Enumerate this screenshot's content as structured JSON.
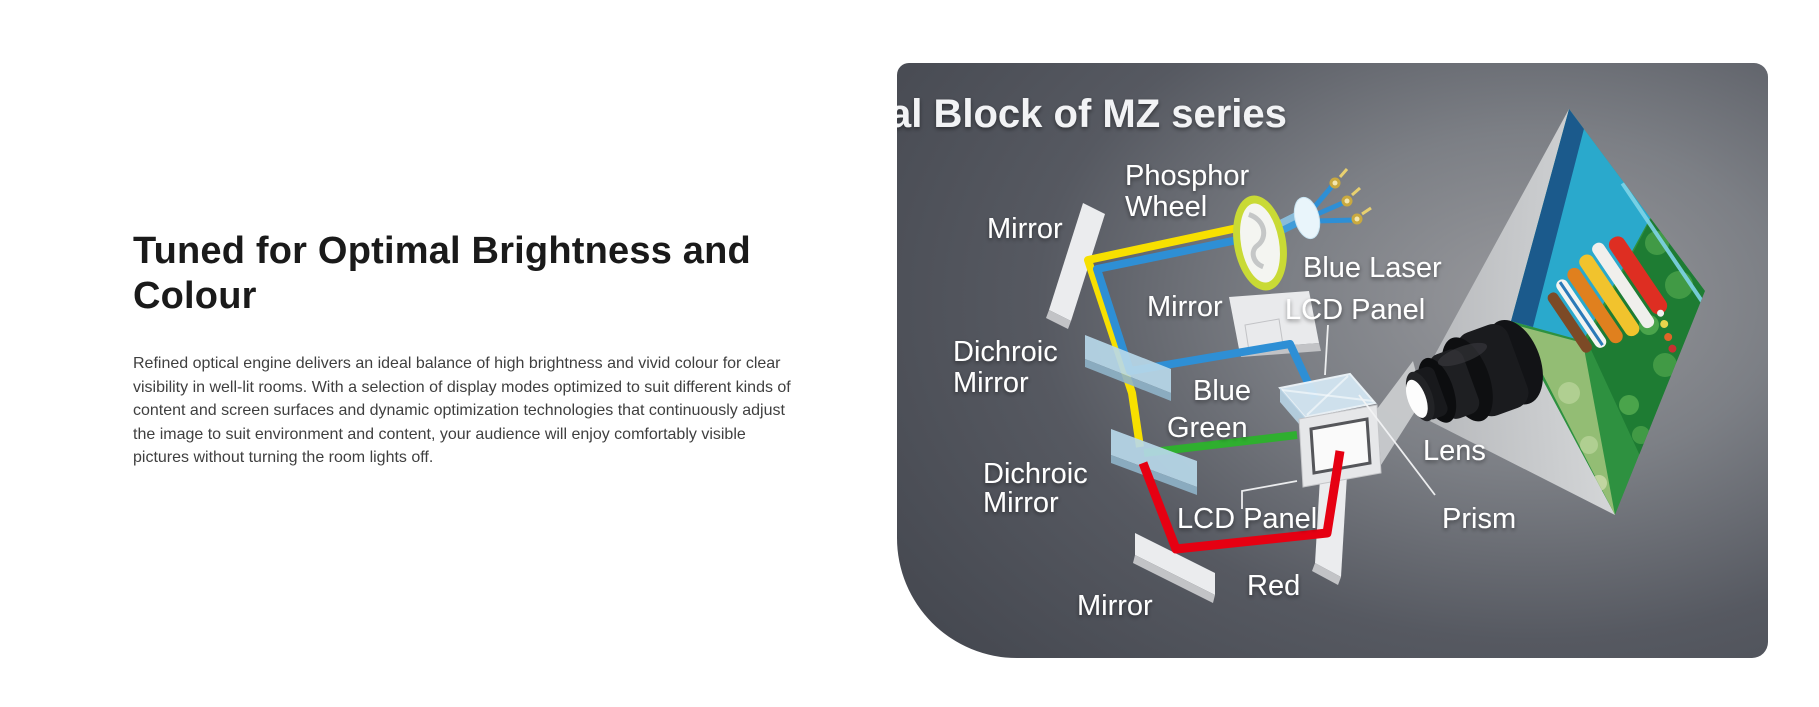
{
  "content": {
    "heading": "Tuned for Optimal Brightness and\nColour",
    "paragraph": "Refined optical engine delivers an ideal balance of high brightness and vivid colour for clear\nvisibility in well-lit rooms. With a selection of display modes optimized to suit different kinds of\ncontent and screen surfaces and dynamic optimization technologies that continuously adjust\nthe image to suit environment and content, your audience will enjoy comfortably visible\npictures without turning the room lights off."
  },
  "diagram": {
    "title": "al Block of MZ series",
    "labels": {
      "mirror_top": "Mirror",
      "phosphor_wheel_line1": "Phosphor",
      "phosphor_wheel_line2": "Wheel",
      "blue_laser": "Blue Laser",
      "mirror_mid": "Mirror",
      "lcd_panel_top": "LCD Panel",
      "dichroic_mirror_1_line1": "Dichroic",
      "dichroic_mirror_1_line2": "Mirror",
      "blue": "Blue",
      "green": "Green",
      "dichroic_mirror_2_line1": "Dichroic",
      "dichroic_mirror_2_line2": "Mirror",
      "lcd_panel_bottom": "LCD Panel",
      "lens": "Lens",
      "prism": "Prism",
      "mirror_bottom": "Mirror",
      "red": "Red"
    },
    "colors": {
      "yellow_beam": "#f7e000",
      "blue_beam": "#2e8fd5",
      "green_beam": "#2faf2f",
      "red_beam": "#e60012",
      "panel_dark": "#44474f",
      "panel_light": "#98999d",
      "label_text": "#ffffff"
    }
  }
}
